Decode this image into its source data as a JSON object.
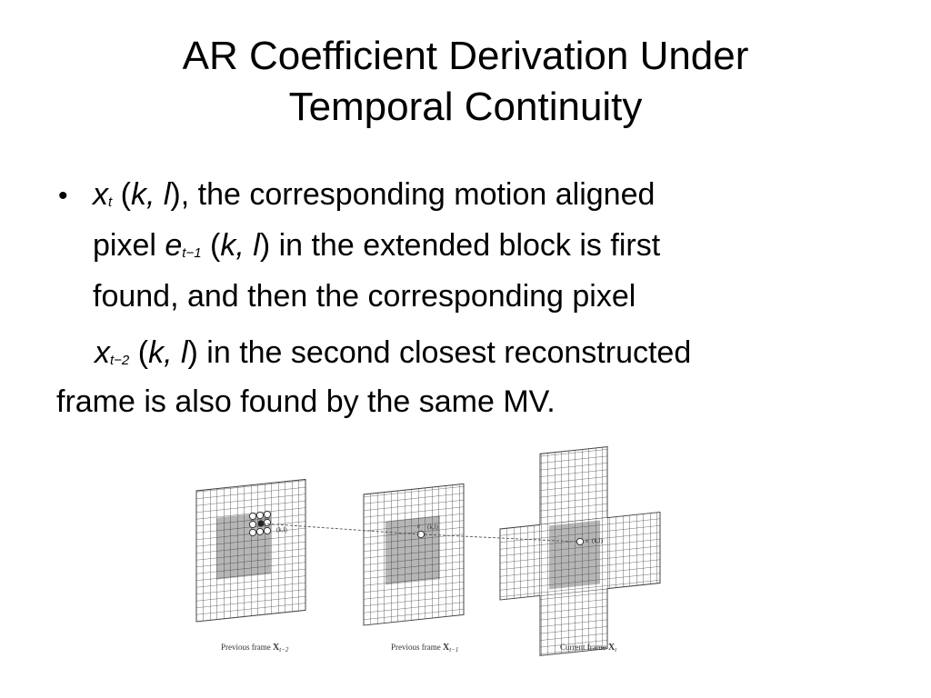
{
  "slide": {
    "title_line1": "AR Coefficient Derivation Under",
    "title_line2": "Temporal Continuity",
    "bullet_char": "•",
    "lines": {
      "l1_var": "x",
      "l1_sub": "t",
      "l1_open": " (",
      "l1_kl": "k, l",
      "l1_rest": "), the corresponding motion aligned",
      "l2_pre": "pixel ",
      "l2_var": "e",
      "l2_sub": "t−1",
      "l2_open": " (",
      "l2_kl": "k, l",
      "l2_rest": ") in the extended block is first",
      "l3": "found, and then the corresponding pixel",
      "l4_var": "x",
      "l4_sub": "t−2",
      "l4_open": " (",
      "l4_kl": "k, l",
      "l4_rest": ") in the second closest reconstructed",
      "l5": "frame is also found by the same MV."
    }
  },
  "figure": {
    "captions": {
      "left_text": "Previous frame ",
      "left_var": "X",
      "left_sub": "t−2",
      "mid_text": "Previous frame ",
      "mid_var": "X",
      "mid_sub": "t−1",
      "right_text": "Current frame ",
      "right_var": "X",
      "right_sub": "t"
    },
    "point_labels": {
      "left": "(k,l)",
      "mid_e": "e",
      "mid_kl": "(k,l)",
      "right": "x",
      "right_kl": "(k,l)"
    },
    "colors": {
      "grid_line": "#444444",
      "shaded_block": "#a9a9a9"
    }
  }
}
